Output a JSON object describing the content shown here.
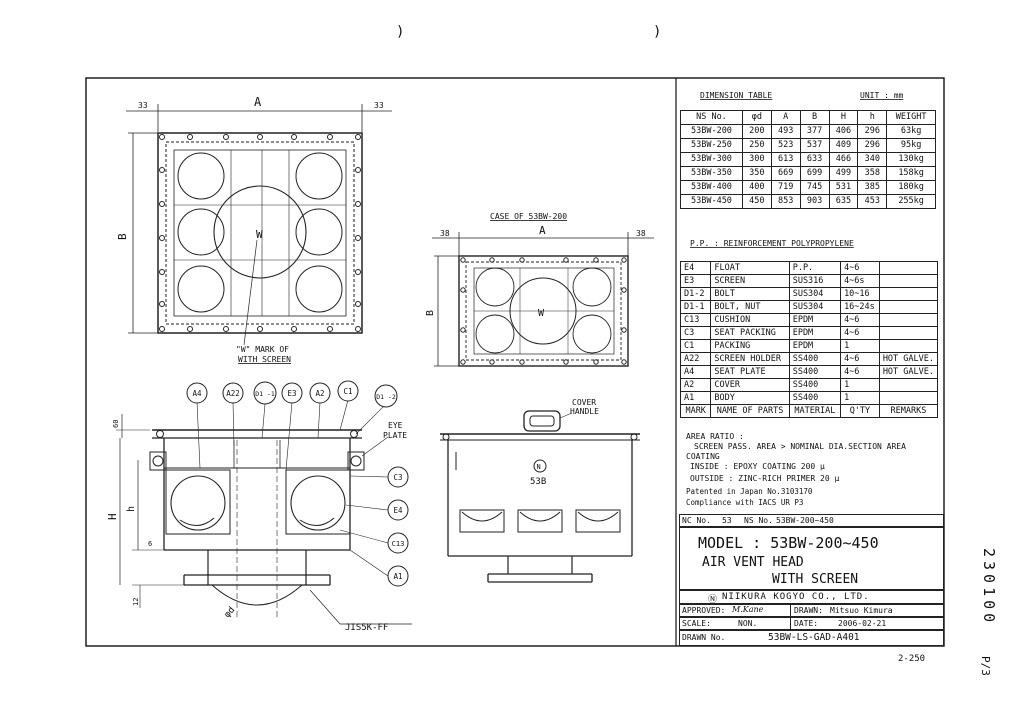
{
  "page": {
    "top_marks": [
      ")",
      ")"
    ],
    "right_margin_number": "230100",
    "right_margin_note": "P/3",
    "sheet_number": "2-250"
  },
  "top_view": {
    "dim_left": "33",
    "dim_a": "A",
    "dim_right": "33",
    "dim_b": "B",
    "center_mark": "W",
    "caption_line1": "\"W\" MARK OF",
    "caption_line2": "WITH SCREEN"
  },
  "case_view": {
    "title": "CASE OF 53BW-200",
    "dim_left": "38",
    "dim_a": "A",
    "dim_right": "38",
    "dim_b": "B",
    "center_mark": "W"
  },
  "section_view": {
    "callouts": [
      "A4",
      "A22",
      "D1\n-1",
      "E3",
      "A2",
      "C1",
      "D1\n-2",
      "C3",
      "E4",
      "C13",
      "A1"
    ],
    "eye_plate_line1": "EYE",
    "eye_plate_line2": "PLATE",
    "dim_60": "60",
    "dim_H": "H",
    "dim_h": "h",
    "dim_6": "6",
    "dim_12": "12",
    "dim_phid": "φd",
    "flange": "JIS5K-FF"
  },
  "front_view": {
    "handle_line1": "COVER",
    "handle_line2": "HANDLE",
    "badge": "N",
    "badge_text": "53B"
  },
  "dimension_table": {
    "title": "DIMENSION TABLE",
    "unit": "UNIT : mm",
    "headers": [
      "NS No.",
      "φd",
      "A",
      "B",
      "H",
      "h",
      "WEIGHT"
    ],
    "rows": [
      [
        "53BW-200",
        "200",
        "493",
        "377",
        "406",
        "296",
        "63kg"
      ],
      [
        "53BW-250",
        "250",
        "523",
        "537",
        "409",
        "296",
        "95kg"
      ],
      [
        "53BW-300",
        "300",
        "613",
        "633",
        "466",
        "340",
        "130kg"
      ],
      [
        "53BW-350",
        "350",
        "669",
        "699",
        "499",
        "358",
        "158kg"
      ],
      [
        "53BW-400",
        "400",
        "719",
        "745",
        "531",
        "385",
        "180kg"
      ],
      [
        "53BW-450",
        "450",
        "853",
        "903",
        "635",
        "453",
        "255kg"
      ]
    ]
  },
  "pp_note": "P.P. : REINFORCEMENT POLYPROPYLENE",
  "parts_table": {
    "rows": [
      [
        "E4",
        "FLOAT",
        "P.P.",
        "4~6",
        ""
      ],
      [
        "E3",
        "SCREEN",
        "SUS316",
        "4~6s",
        ""
      ],
      [
        "D1-2",
        "BOLT",
        "SUS304",
        "10~16",
        ""
      ],
      [
        "D1-1",
        "BOLT, NUT",
        "SUS304",
        "16~24s",
        ""
      ],
      [
        "C13",
        "CUSHION",
        "EPDM",
        "4~6",
        ""
      ],
      [
        "C3",
        "SEAT PACKING",
        "EPDM",
        "4~6",
        ""
      ],
      [
        "C1",
        "PACKING",
        "EPDM",
        "1",
        ""
      ],
      [
        "A22",
        "SCREEN HOLDER",
        "SS400",
        "4~6",
        "HOT GALVE."
      ],
      [
        "A4",
        "SEAT PLATE",
        "SS400",
        "4~6",
        "HOT GALVE."
      ],
      [
        "A2",
        "COVER",
        "SS400",
        "1",
        ""
      ],
      [
        "A1",
        "BODY",
        "SS400",
        "1",
        ""
      ]
    ],
    "headers": [
      "MARK",
      "NAME OF PARTS",
      "MATERIAL",
      "Q'TY",
      "REMARKS"
    ]
  },
  "notes": {
    "area_ratio": "AREA RATIO :",
    "area_ratio_value": "SCREEN PASS. AREA > NOMINAL DIA.SECTION AREA",
    "coating": "COATING",
    "inside": "INSIDE : EPOXY COATING 200 μ",
    "outside": "OUTSIDE : ZINC-RICH PRIMER 20 μ",
    "patent": "Patented in Japan  No.3103170",
    "compliance": "Compliance with IACS UR P3"
  },
  "title_block": {
    "nc_label": "NC No.",
    "nc_value": "53",
    "ns_label": "NS No.",
    "ns_value": "53BW-200~450",
    "model": "MODEL : 53BW-200~450",
    "name_line1": "AIR VENT HEAD",
    "name_line2": "WITH SCREEN",
    "company": "NIIKURA KOGYO CO., LTD.",
    "approved_label": "APPROVED:",
    "approved_value": "M.Kane",
    "drawn_label": "DRAWN:",
    "drawn_value": "Mitsuo Kimura",
    "scale_label": "SCALE:",
    "scale_value": "NON.",
    "date_label": "DATE:",
    "date_value": "2006-02-21",
    "drawn_no_label": "DRAWN No.",
    "drawn_no_value": "53BW-LS-GAD-A401"
  }
}
